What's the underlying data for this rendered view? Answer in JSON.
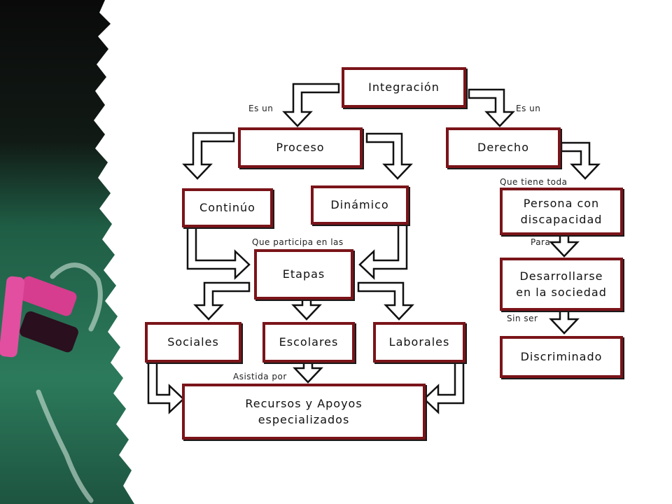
{
  "nodes": {
    "integracion": "Integración",
    "proceso": "Proceso",
    "derecho": "Derecho",
    "continuo": "Continúo",
    "dinamico": "Dinámico",
    "etapas": "Etapas",
    "persona": "Persona con\ndiscapacidad",
    "desarrollarse": "Desarrollarse\nen la sociedad",
    "discriminado": "Discriminado",
    "sociales": "Sociales",
    "escolares": "Escolares",
    "laborales": "Laborales",
    "recursos": "Recursos y Apoyos\nespecializados"
  },
  "labels": {
    "es_un_left": "Es un",
    "es_un_right": "Es un",
    "que_tiene_toda": "Que tiene toda",
    "que_participa": "Que participa en las",
    "para": "Para",
    "sin_ser": "Sin ser",
    "asistida_por": "Asistida por"
  },
  "colors": {
    "box_border": "#7a1419",
    "arrow_stroke": "#111111",
    "chalkboard": "#1f5d45"
  }
}
